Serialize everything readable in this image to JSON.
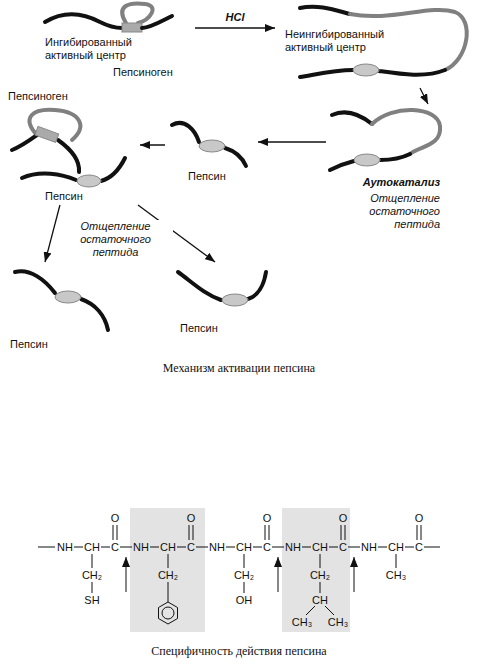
{
  "diagram": {
    "caption": "Механизм активации пепсина",
    "nodes": [
      {
        "text": [
          "Ингибированный активный центр",
          "Пепсиноген"
        ]
      },
      {
        "text": [
          "Неингибированный активный центр"
        ]
      },
      {
        "text": [
          "Пепсин"
        ]
      },
      {
        "text": [
          "Пепсиноген",
          "Пепсин"
        ]
      },
      {
        "text": [
          "Пепсин"
        ]
      },
      {
        "text": [
          "Пепсин"
        ]
      }
    ],
    "edges": [
      {
        "from": 0,
        "to": 1,
        "arrow": "to",
        "label": "HCl"
      },
      {
        "from": 2,
        "to": 3,
        "arrow": "to"
      },
      {
        "from": 3,
        "to": 4,
        "arrow": "to",
        "label": "Отщепление остаточного пептида"
      },
      {
        "from": 3,
        "to": 5,
        "arrow": "to"
      }
    ],
    "labels": [
      "Аутокатализ",
      "Отщепление остаточного пептида",
      "O",
      "O",
      "O",
      "O",
      "O",
      "NH",
      "CH",
      "C",
      "NH",
      "CH",
      "C",
      "NH",
      "CH",
      "C",
      "NH",
      "CH",
      "C",
      "NH",
      "CH",
      "C",
      "CH₂",
      "CH₂",
      "CH₂",
      "CH₂",
      "CH₃",
      "SH",
      "OH",
      "CH",
      "CH₃",
      "CH₃",
      "Специфичность действия пепсина"
    ]
  }
}
